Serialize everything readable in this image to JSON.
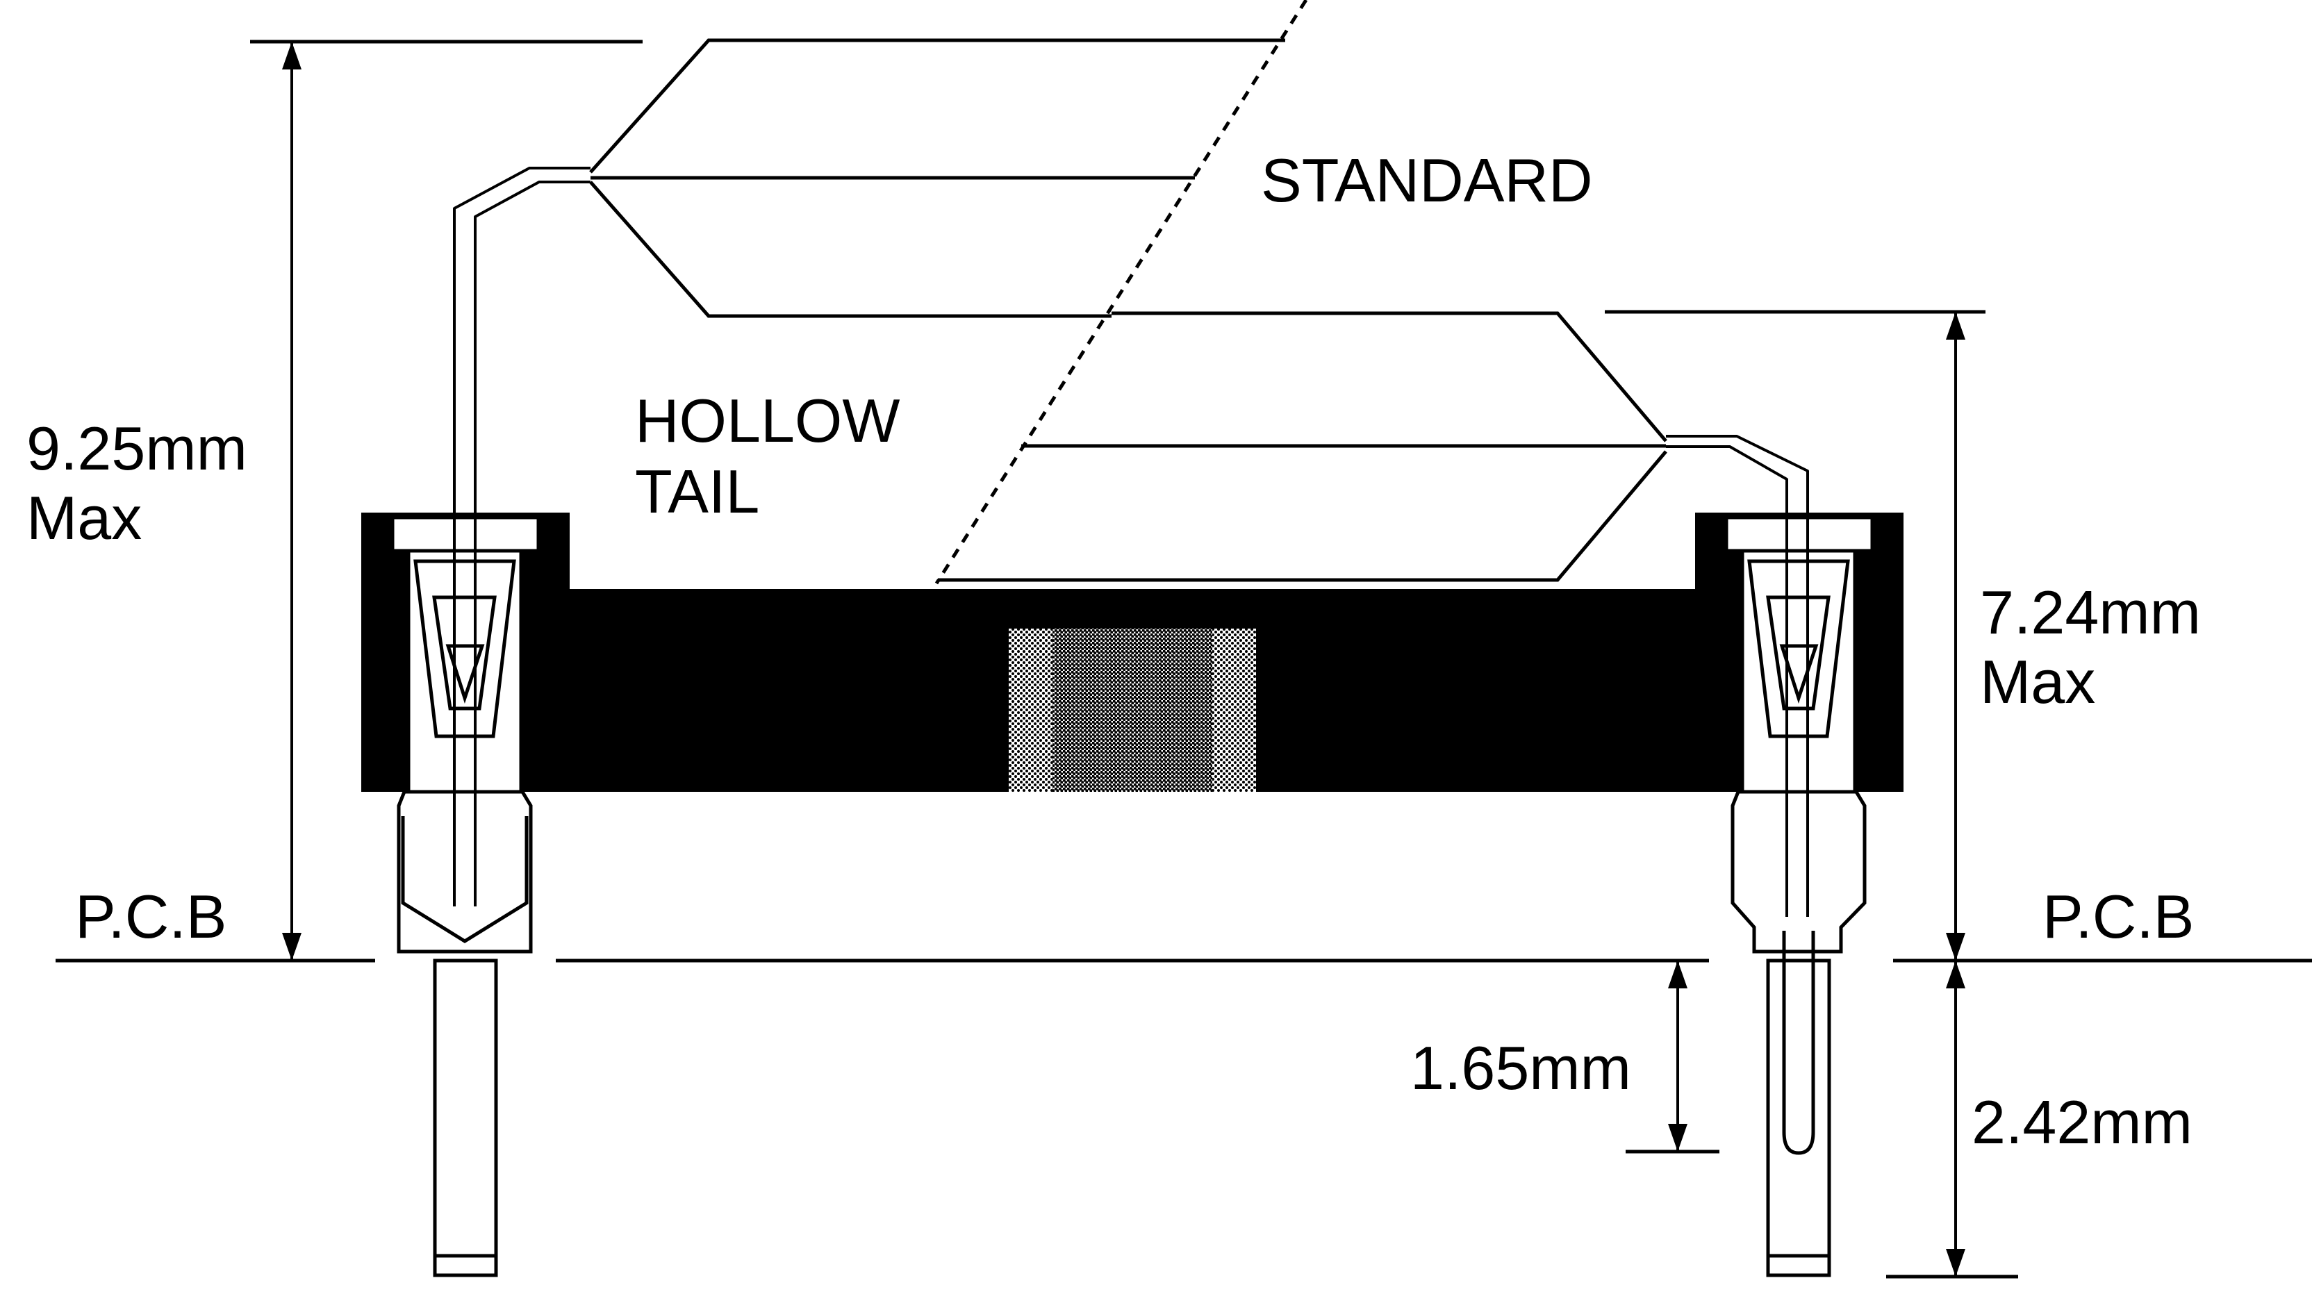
{
  "labels": {
    "standard": "STANDARD",
    "hollow_line1": "HOLLOW",
    "hollow_line2": "TAIL",
    "height_standard_value": "9.25mm",
    "height_standard_max": "Max",
    "height_hollow_value": "7.24mm",
    "height_hollow_max": "Max",
    "pcb_left": "P.C.B",
    "pcb_right": "P.C.B",
    "tail_hollow": "1.65mm",
    "tail_standard": "2.42mm"
  },
  "colors": {
    "ink": "#000000",
    "paper": "#ffffff",
    "screen": "#7a7a7a"
  }
}
